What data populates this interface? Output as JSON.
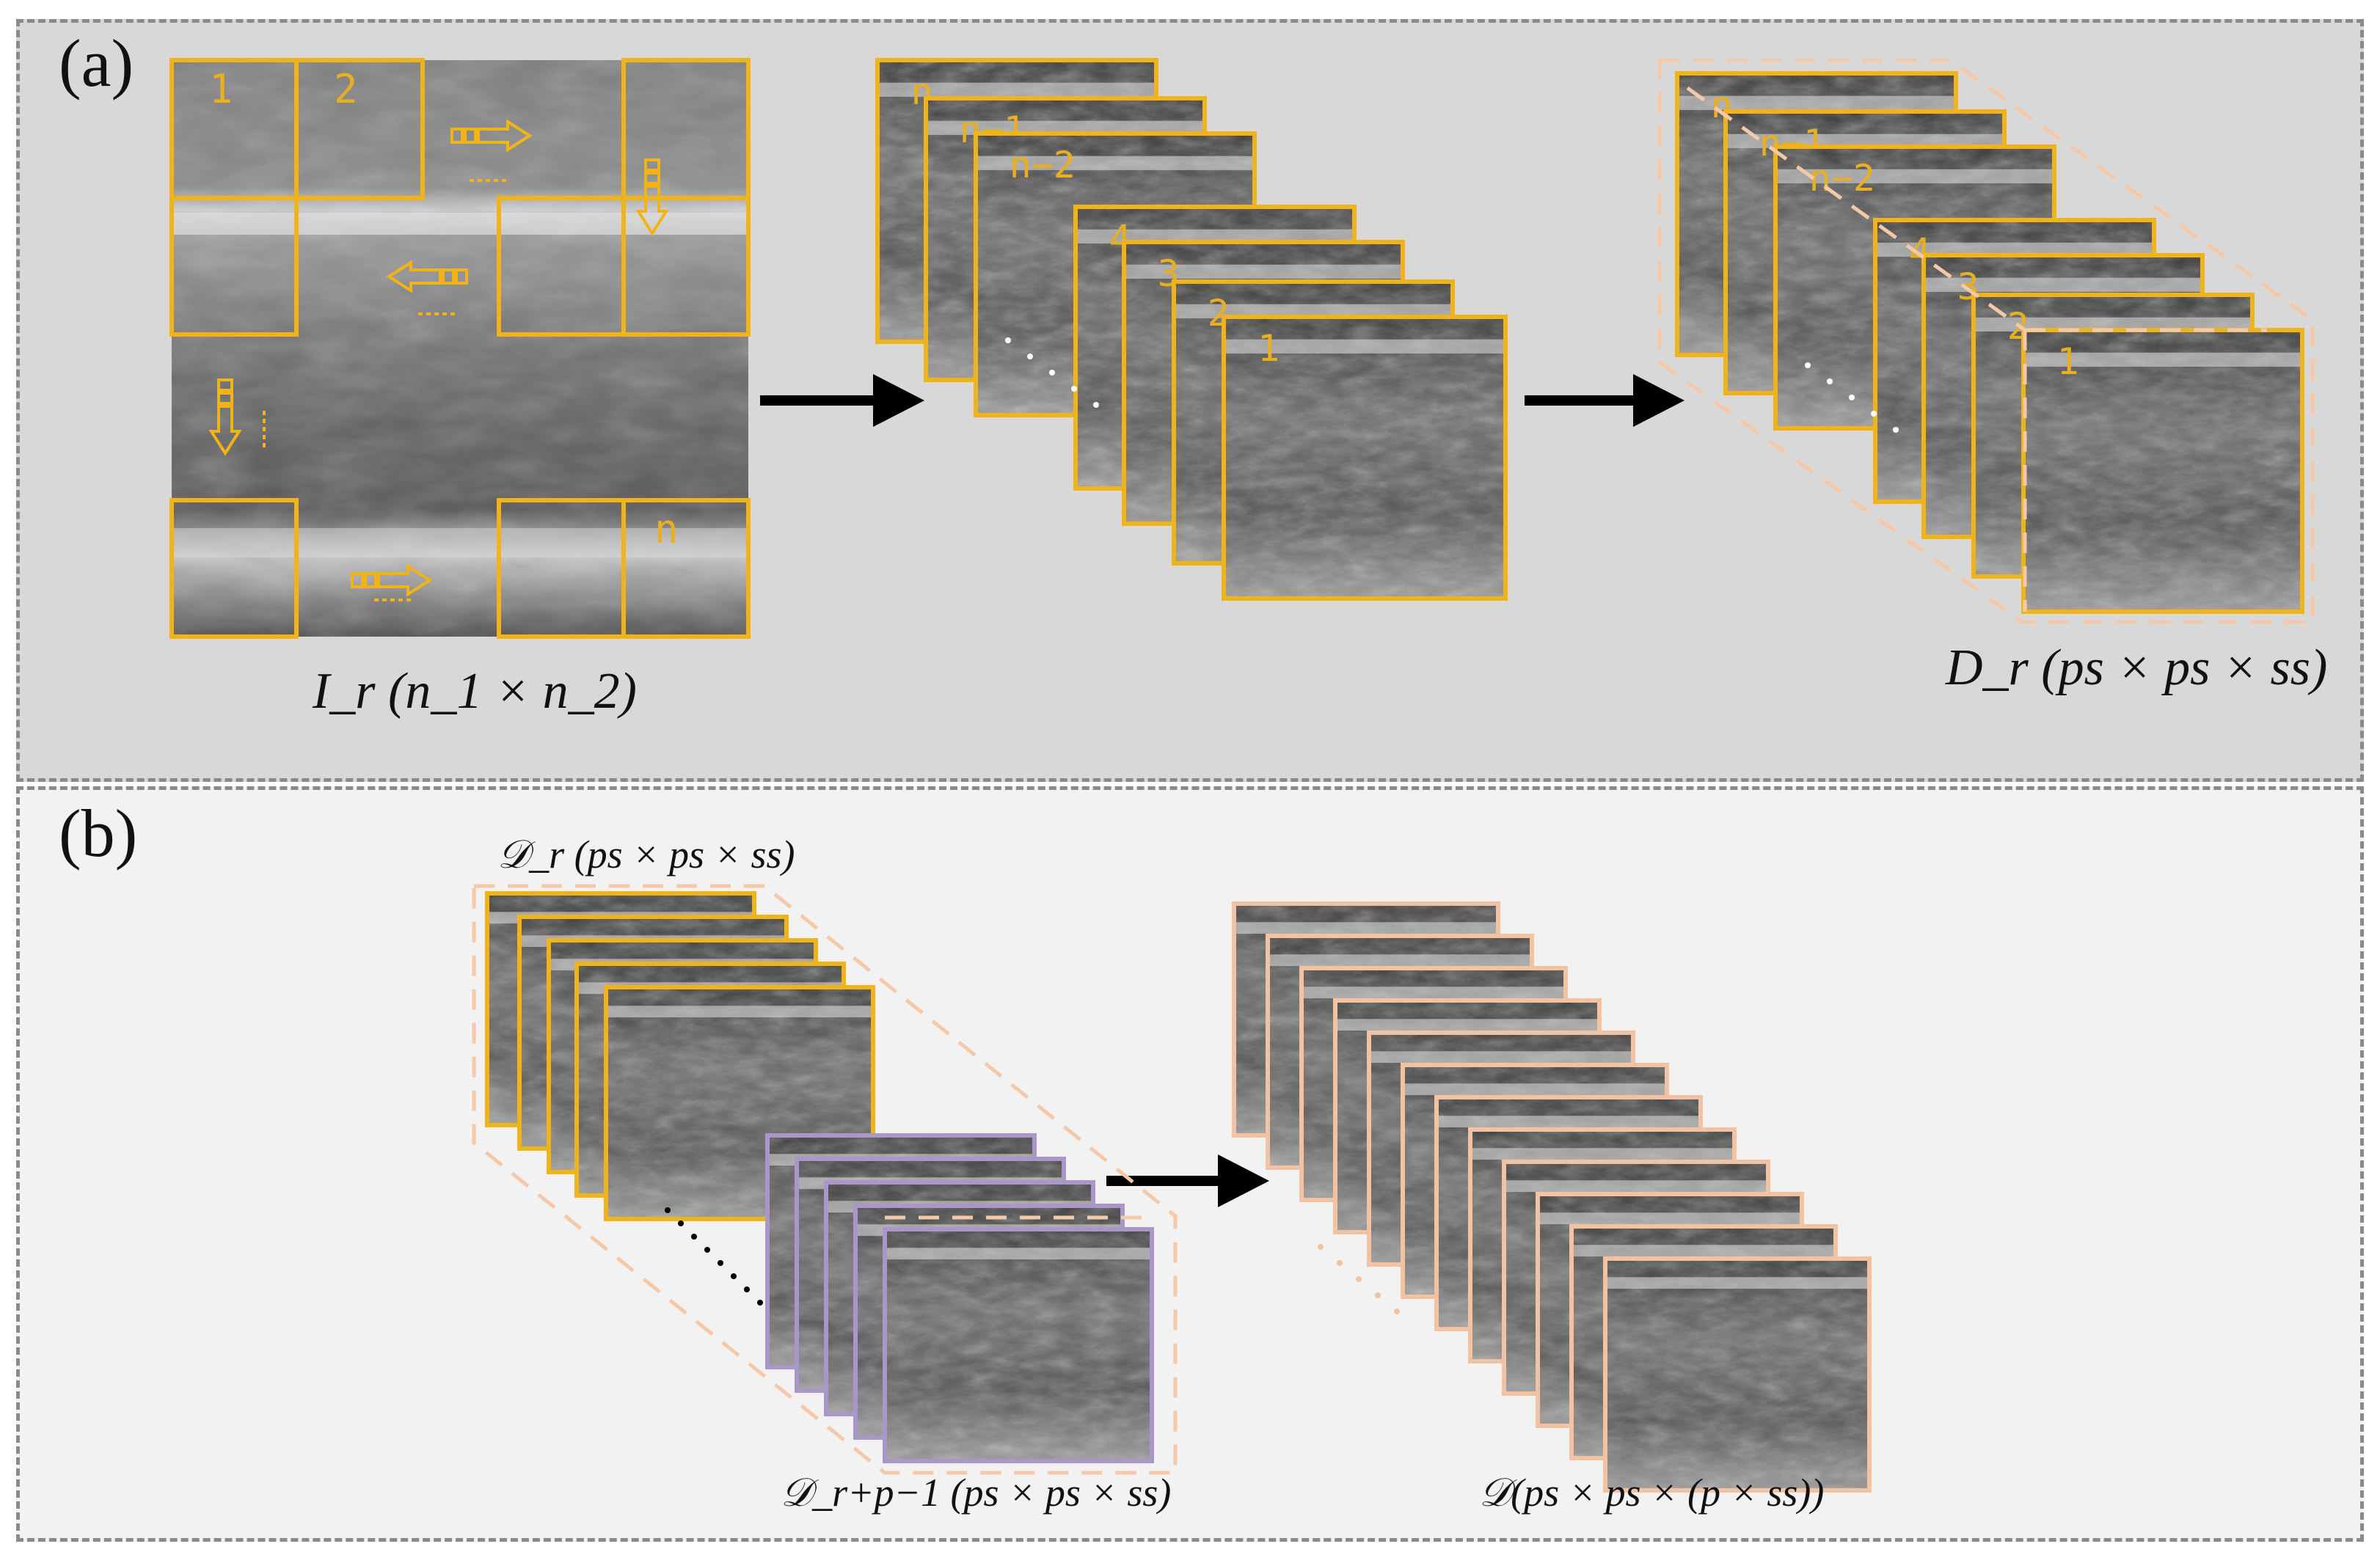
{
  "panels": {
    "a": {
      "letter": "(a)"
    },
    "b": {
      "letter": "(b)"
    }
  },
  "captions": {
    "image": "I_r (n_1 × n_2)",
    "group_a": "D_r (ps × ps × ss)",
    "group_b_top": "𝒟_r (ps × ps × ss)",
    "group_b_bottom": "𝒟_r+p−1 (ps × ps × ss)",
    "result": "𝒟(ps × ps × (p × ss))"
  },
  "grid_labels": {
    "first": "1",
    "second": "2",
    "last": "n"
  },
  "slice_labels": [
    "n",
    "n−1",
    "n−2",
    "4",
    "3",
    "2",
    "1"
  ],
  "colors": {
    "patch_border": "#f0b418",
    "cube_outline": "#f5c8a8",
    "stack_b_border": "#a898c8",
    "result_border": "#f2c2a2",
    "arrow": "#000000",
    "panel_a_bg": "#d8d8d8",
    "panel_b_bg": "#f2f2f2"
  },
  "icons": [
    "arrow-right-icon",
    "arrow-left-icon",
    "arrow-down-icon"
  ]
}
